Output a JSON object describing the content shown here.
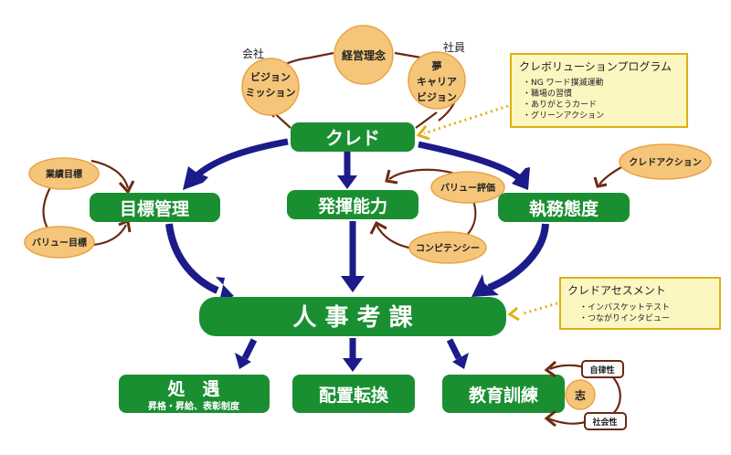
{
  "top": {
    "company_label": "会社",
    "employee_label": "社員",
    "circles": {
      "philosophy": "経営理念",
      "vision_mission": [
        "ビジョン",
        "ミッション"
      ],
      "dream_career": [
        "夢",
        "キャリア",
        "ビジョン"
      ]
    }
  },
  "credo": "クレド",
  "revolution_program": {
    "title": "クレボリューションプログラム",
    "items": [
      "・NG ワード撲滅運動",
      "・職場の習慣",
      "・ありがとうカード",
      "・グリーンアクション"
    ]
  },
  "middle": {
    "goal_mgmt": "目標管理",
    "competency": "発揮能力",
    "attitude": "執務態度"
  },
  "ovals": {
    "performance_goal": "業績目標",
    "value_goal": "バリュー目標",
    "value_eval": "バリュー評価",
    "competency": "コンピテンシー",
    "credo_action": "クレドアクション"
  },
  "hr_eval": "人 事 考 課",
  "assessment": {
    "title": "クレドアセスメント",
    "items": [
      "・インバスケットテスト",
      "・つながりインタビュー"
    ]
  },
  "bottom": {
    "treatment": "処　遇",
    "treatment_sub": "昇格・昇給、表彰制度",
    "placement": "配置転換",
    "training": "教育訓練"
  },
  "training_side": {
    "aspiration": "志",
    "autonomy": "自律性",
    "sociality": "社会性"
  }
}
